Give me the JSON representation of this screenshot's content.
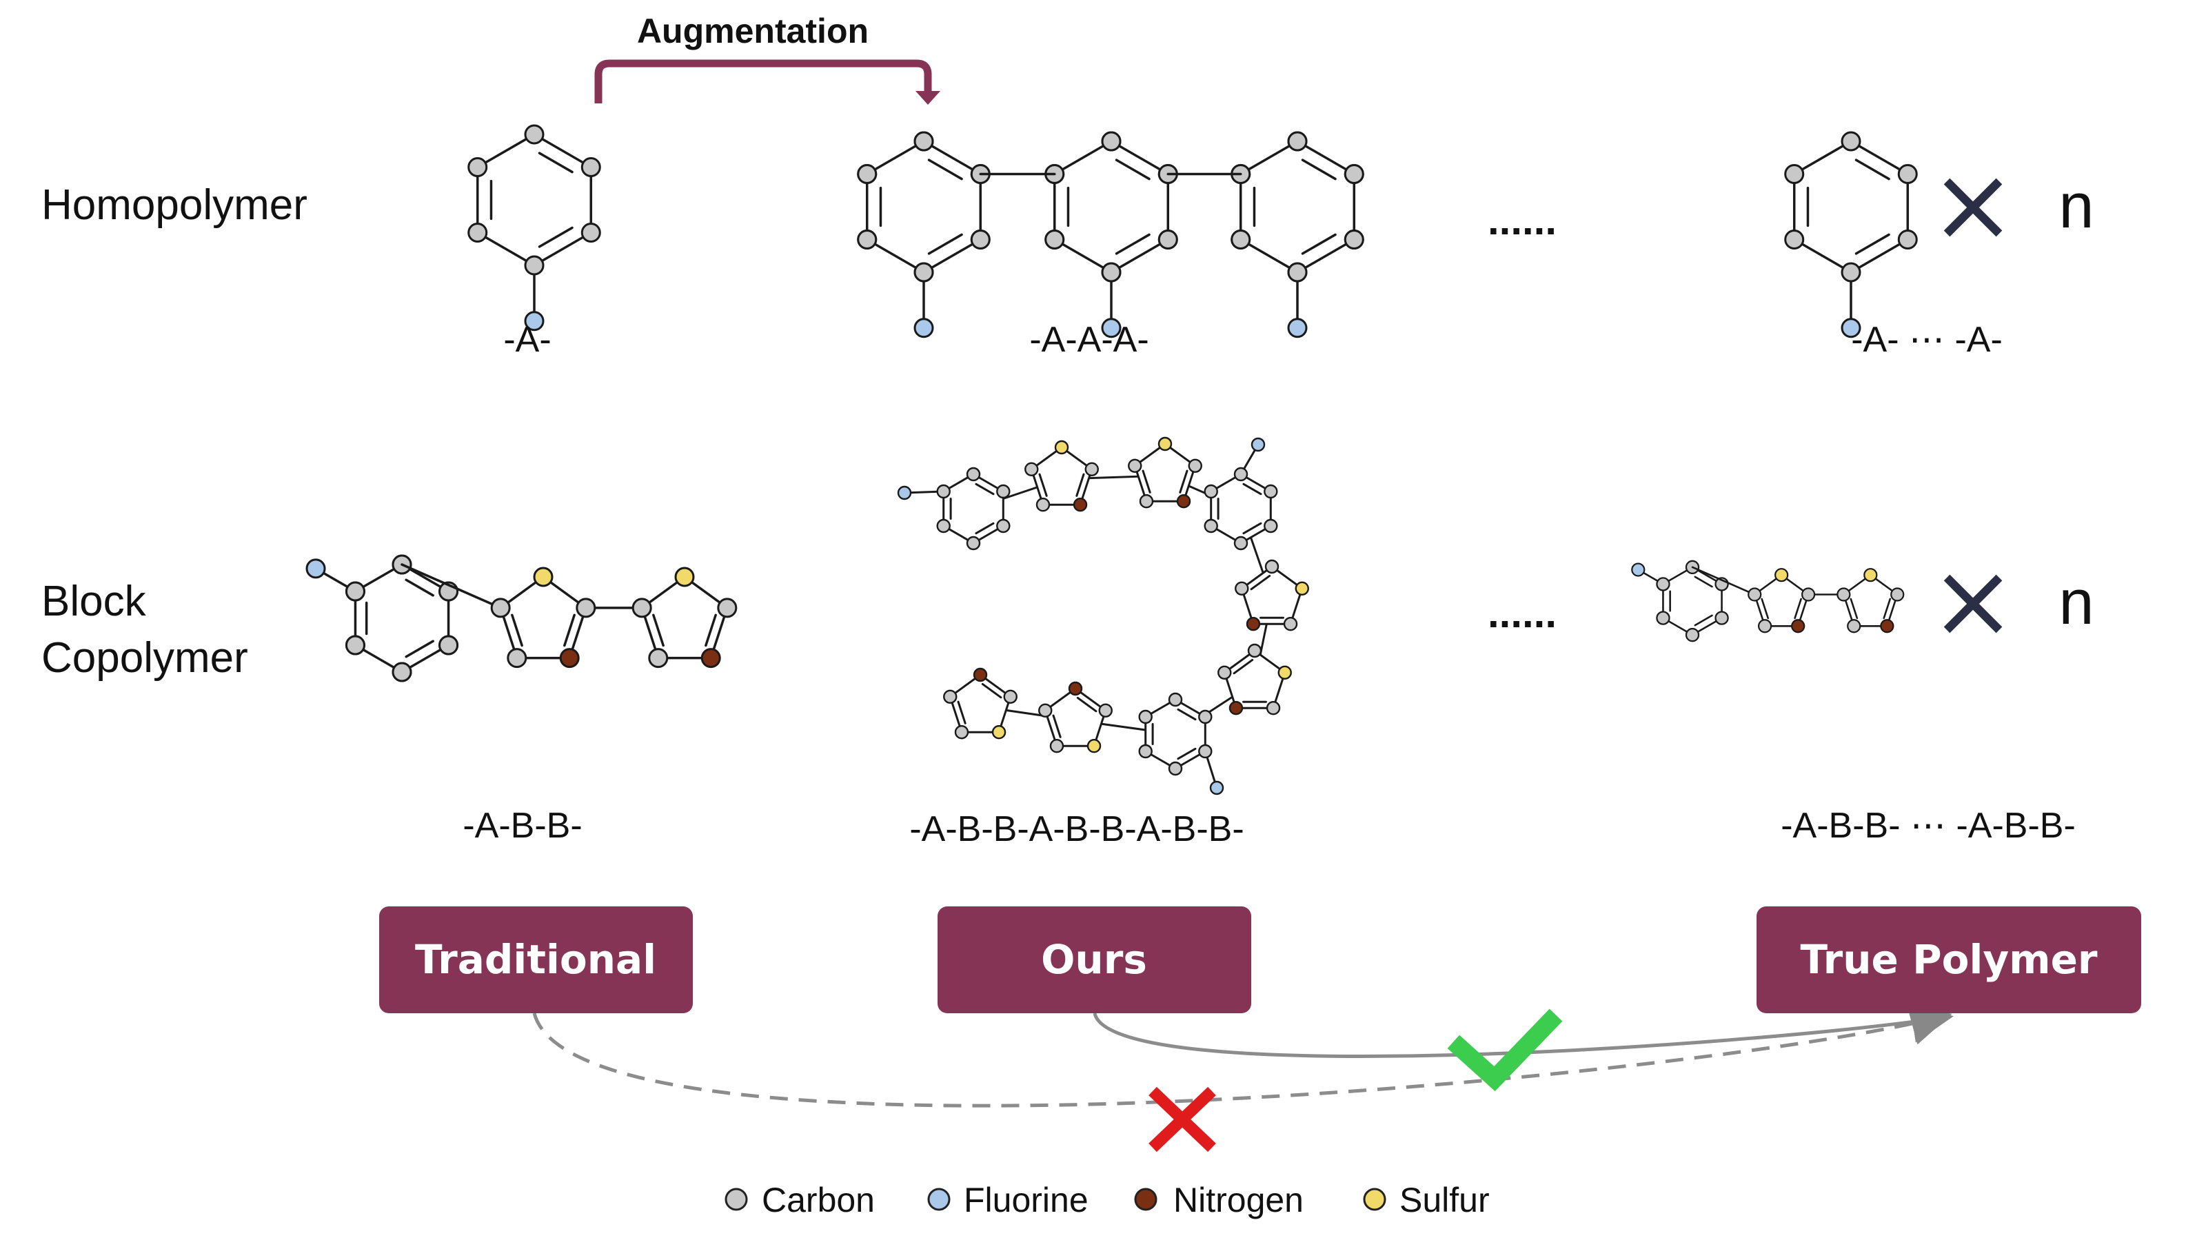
{
  "augmentation_label": "Augmentation",
  "rows": {
    "homopolymer": {
      "label": "Homopolymer",
      "traditional_formula": "-A-",
      "ours_formula": "-A-A-A-",
      "true_formula": "-A- ⋯ -A-",
      "ellipsis": "......",
      "times_symbol": "×",
      "n": "n"
    },
    "block_copolymer": {
      "label_line1": "Block",
      "label_line2": "Copolymer",
      "traditional_formula": "-A-B-B-",
      "ours_formula": "-A-B-B-A-B-B-A-B-B-",
      "true_formula": "-A-B-B- ⋯ -A-B-B-",
      "ellipsis": "......",
      "times_symbol": "×",
      "n": "n"
    }
  },
  "buttons": {
    "traditional": "Traditional",
    "ours": "Ours",
    "true_polymer": "True Polymer"
  },
  "legend": [
    {
      "label": "Carbon",
      "color": "#c8c8c8"
    },
    {
      "label": "Fluorine",
      "color": "#a9c8ea"
    },
    {
      "label": "Nitrogen",
      "color": "#7a2f12"
    },
    {
      "label": "Sulfur",
      "color": "#f2da6a"
    }
  ],
  "colors": {
    "accent": "#853455",
    "check": "#3ccc4e",
    "cross": "#e01b1b",
    "times": "#2a2f45"
  }
}
